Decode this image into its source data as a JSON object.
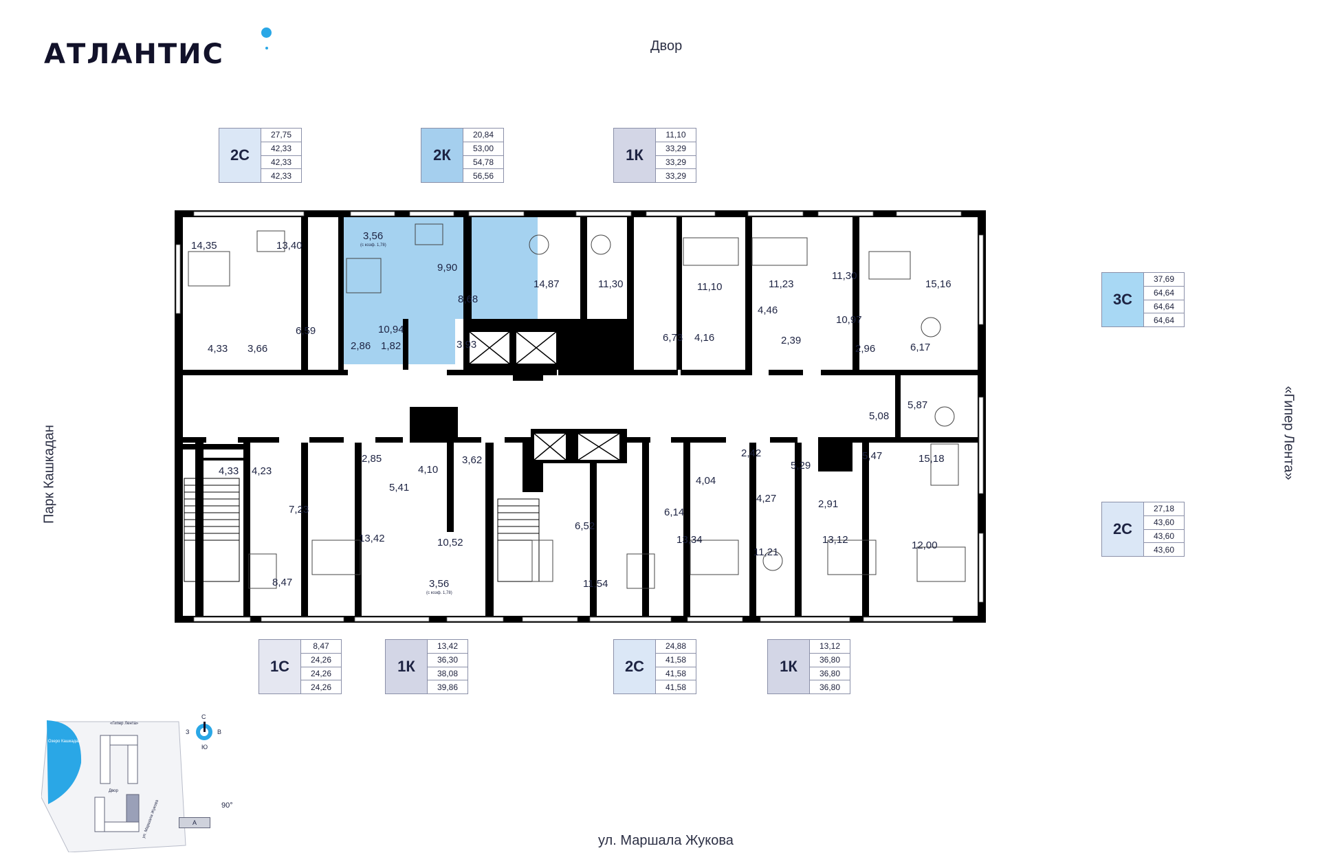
{
  "brand": {
    "name": "АТЛАНТИС"
  },
  "streets": {
    "top": "Двор",
    "bottom": "ул. Маршала Жукова",
    "left": "Парк Кашкадан",
    "right": "«Гипер Лента»"
  },
  "colors": {
    "accent": "#2aa7e6",
    "selected_apartment": "#a5d2f0",
    "wall": "#000000",
    "type_2S": "#dbe7f6",
    "type_2K": "#a5cfee",
    "type_1K": "#d3d6e6",
    "type_3S": "#a8d8f4",
    "type_1S": "#e5e7f1"
  },
  "legends": [
    {
      "code": "2С",
      "values": [
        "27,75",
        "42,33",
        "42,33",
        "42,33"
      ],
      "color": "#dbe7f6"
    },
    {
      "code": "2К",
      "values": [
        "20,84",
        "53,00",
        "54,78",
        "56,56"
      ],
      "color": "#a5cfee"
    },
    {
      "code": "1К",
      "values": [
        "11,10",
        "33,29",
        "33,29",
        "33,29"
      ],
      "color": "#d3d6e6"
    },
    {
      "code": "3С",
      "values": [
        "37,69",
        "64,64",
        "64,64",
        "64,64"
      ],
      "color": "#a8d8f4"
    },
    {
      "code": "2С",
      "values": [
        "27,18",
        "43,60",
        "43,60",
        "43,60"
      ],
      "color": "#dbe7f6"
    },
    {
      "code": "1С",
      "values": [
        "8,47",
        "24,26",
        "24,26",
        "24,26"
      ],
      "color": "#e5e7f1"
    },
    {
      "code": "1К",
      "values": [
        "13,42",
        "36,30",
        "38,08",
        "39,86"
      ],
      "color": "#d3d6e6"
    },
    {
      "code": "2С",
      "values": [
        "24,88",
        "41,58",
        "41,58",
        "41,58"
      ],
      "color": "#dbe7f6"
    },
    {
      "code": "1К",
      "values": [
        "13,12",
        "36,80",
        "36,80",
        "36,80"
      ],
      "color": "#d3d6e6"
    }
  ],
  "rooms": [
    "14,35",
    "13,40",
    "3,56",
    "9,90",
    "14,87",
    "11,30",
    "11,10",
    "11,23",
    "11,30",
    "15,16",
    "6,59",
    "10,94",
    "8,68",
    "10,97",
    "4,46",
    "6,17",
    "4,33",
    "3,66",
    "2,86",
    "1,82",
    "3,93",
    "6,73",
    "4,16",
    "2,39",
    "2,96",
    "5,87",
    "5,08",
    "15,18",
    "5,47",
    "4,33",
    "4,23",
    "2,85",
    "4,10",
    "3,62",
    "5,41",
    "2,42",
    "5,29",
    "4,04",
    "4,27",
    "2,91",
    "7,23",
    "13,42",
    "10,52",
    "6,52",
    "6,14",
    "13,34",
    "13,12",
    "12,00",
    "11,21",
    "8,47",
    "3,56",
    "11,54"
  ],
  "notes": {
    "balcony_coef": "(с коэф. 1,78)"
  },
  "compass": {
    "north": "С",
    "east": "В",
    "south": "Ю",
    "west": "З"
  },
  "site": {
    "lake": "Озеро Кашкадан",
    "hyper": "«Гипер Лента»",
    "yard": "Двор",
    "street": "ул. Маршала Жукова",
    "rotation": "90°",
    "section": "А"
  }
}
